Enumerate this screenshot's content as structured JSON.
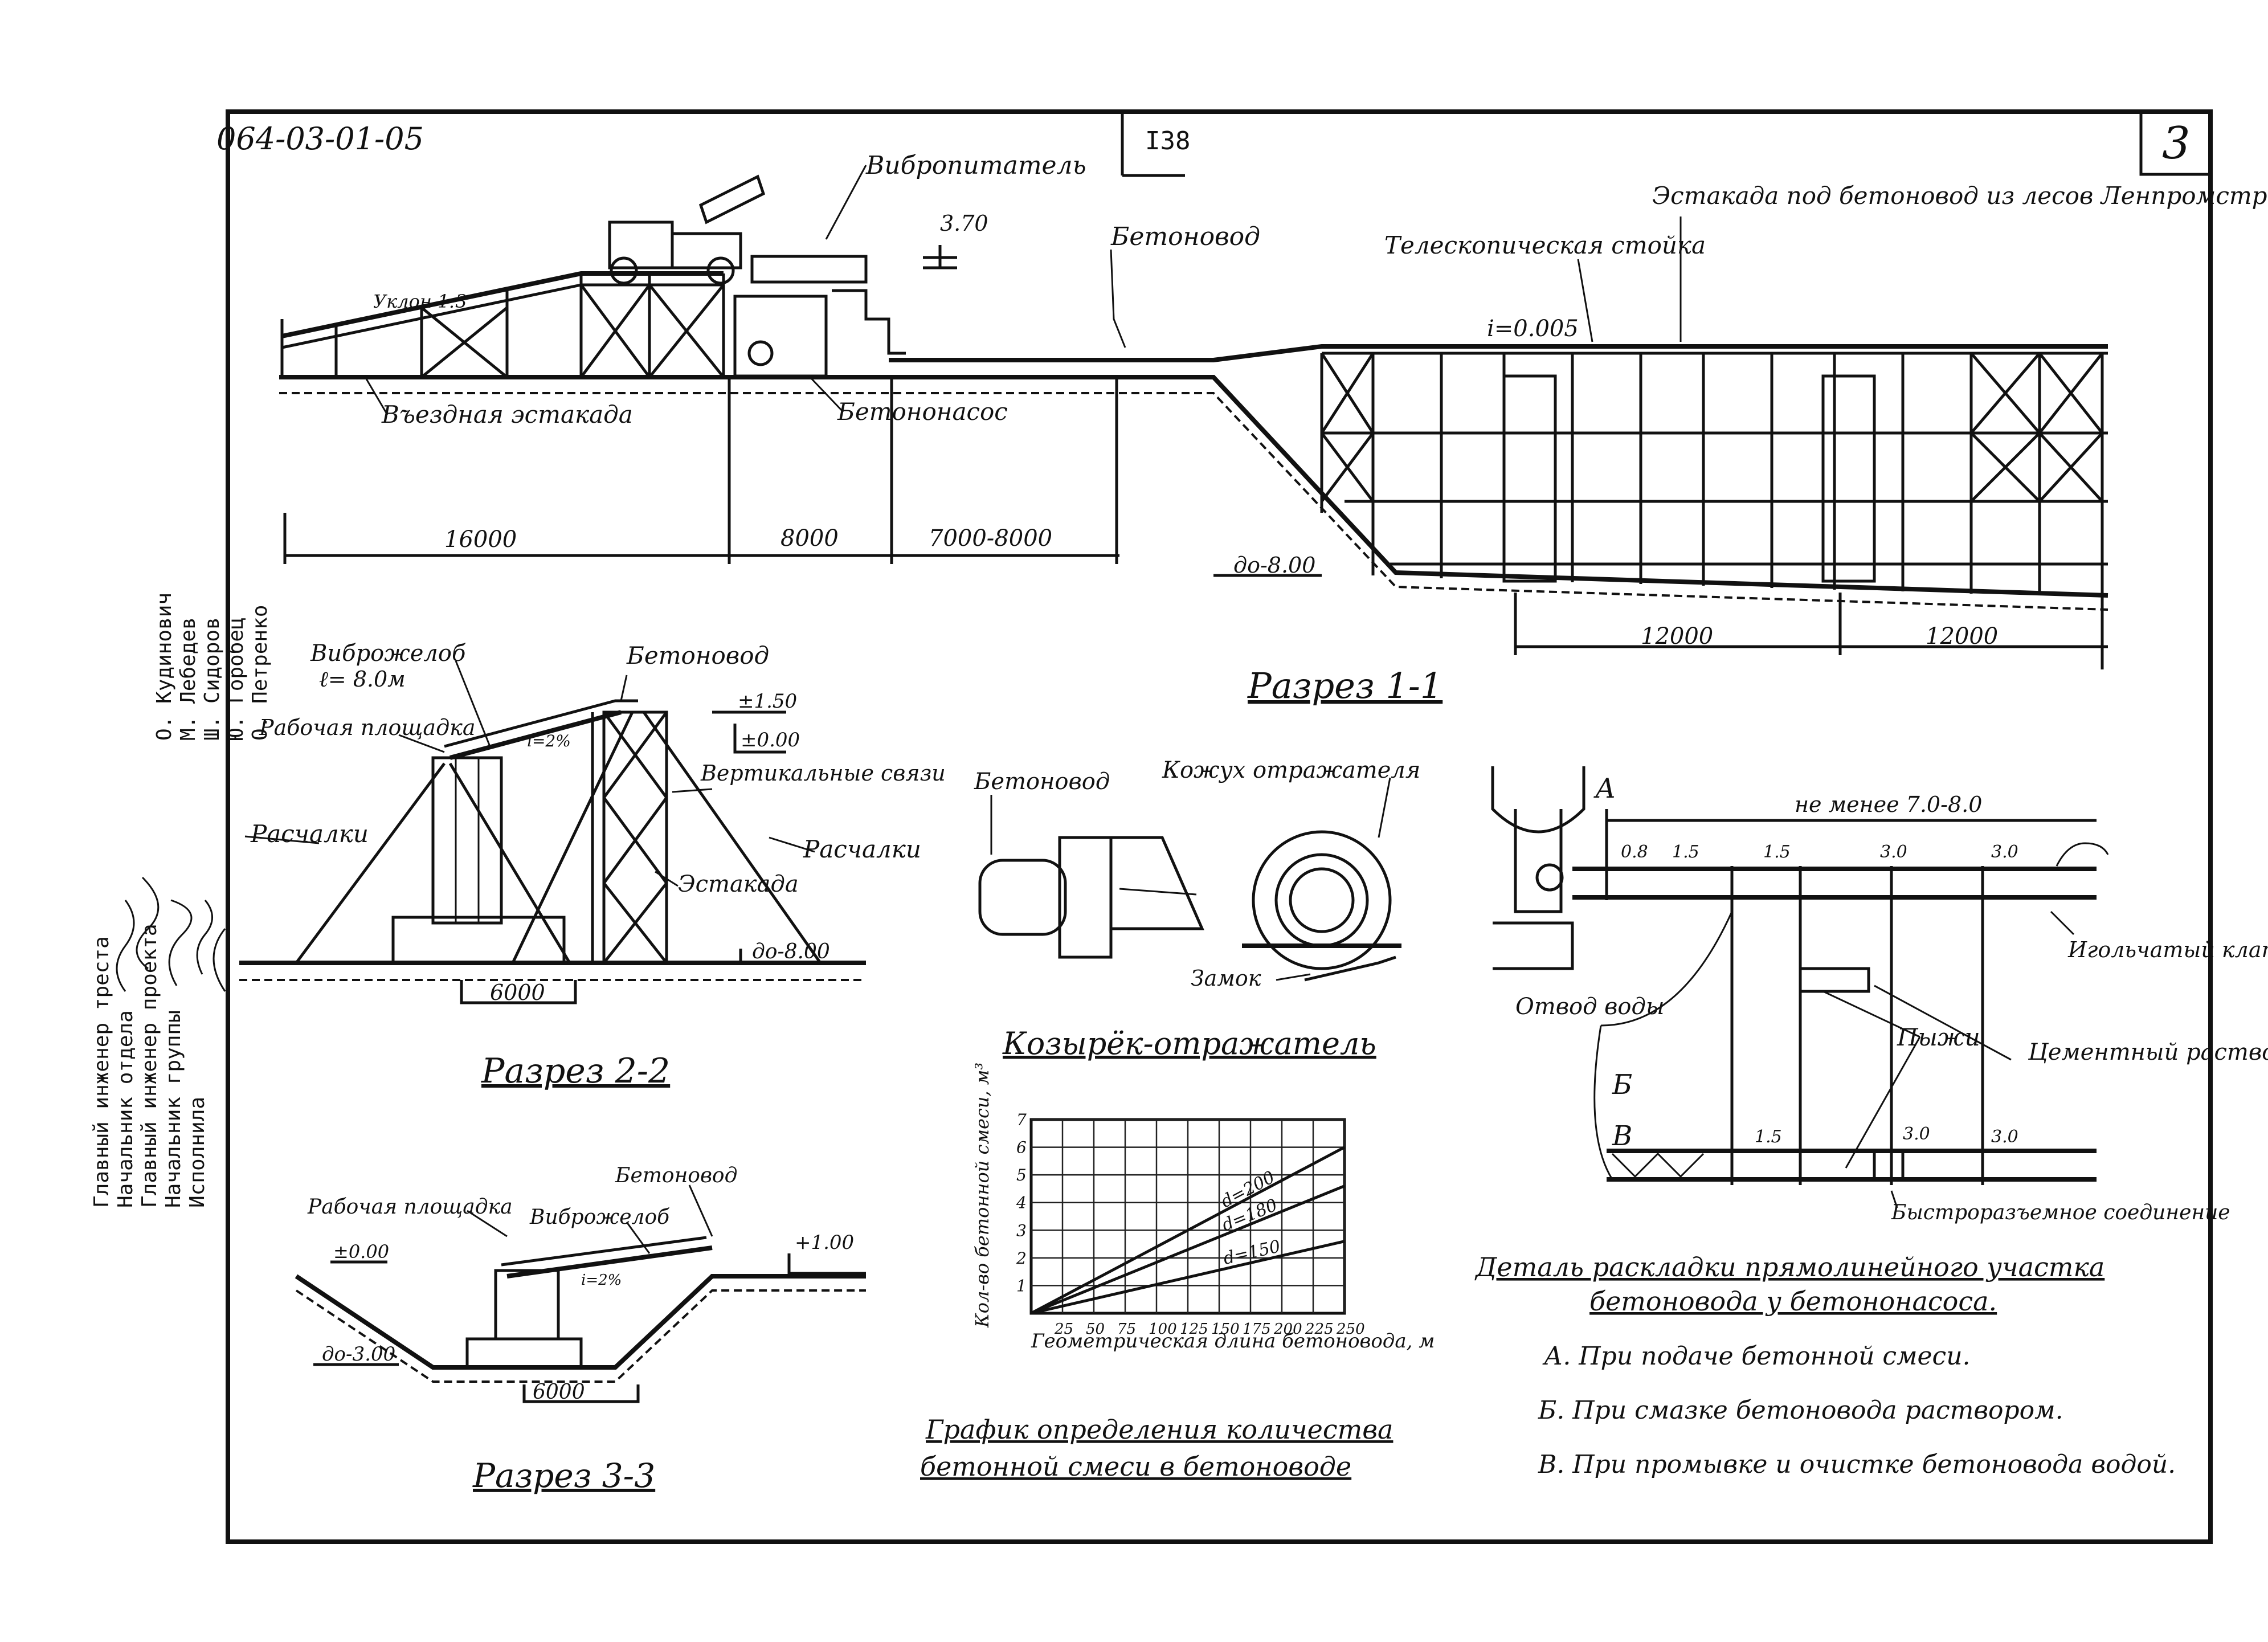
{
  "sheet": {
    "code": "064-03-01-05",
    "page": "I38",
    "sheet_no": "3"
  },
  "stamp": {
    "roles": [
      "Главный инженер треста",
      "Начальник отдела",
      "Главный инженер проекта",
      "Начальник группы",
      "Исполнила"
    ],
    "names": [
      "О. Кудинович",
      "М. Лебедев",
      "Ш. Сидоров",
      "Ю. Горобец",
      "О. Петренко"
    ]
  },
  "section_1_1": {
    "title": "Разрез 1-1",
    "labels": {
      "vibrofeeder": "Вибропитатель",
      "elev_370": "3.70",
      "concrete_line": "Бетоновод",
      "telescopic": "Телескопическая стойка",
      "overpass": "Эстакада под бетоновод из лесов Ленпромстроя",
      "slope": "Уклон 1:3",
      "incline": "i=0.005",
      "entry_overpass": "Въездная эстакада",
      "pump": "Бетононасос",
      "depth": "до-8.00"
    },
    "dims": [
      "16000",
      "8000",
      "7000-8000",
      "12000",
      "12000"
    ]
  },
  "section_2_2": {
    "title": "Разрез 2-2",
    "labels": {
      "vibrochute": "Виброжелоб",
      "chute_len": "ℓ= 8.0м",
      "concrete_line": "Бетоновод",
      "platform": "Рабочая площадка",
      "elev_150": "±1.50",
      "elev_000": "±0.00",
      "vertical_ties": "Вертикальные связи",
      "guys_left": "Расчалки",
      "guys_right": "Расчалки",
      "overpass": "Эстакада",
      "slope": "i=2%",
      "depth": "до-8.00",
      "dim": "6000"
    }
  },
  "section_3_3": {
    "title": "Разрез 3-3",
    "labels": {
      "platform": "Рабочая площадка",
      "vibrochute": "Виброжелоб",
      "concrete_line": "Бетоновод",
      "elev_100": "+1.00",
      "elev_000": "±0.00",
      "slope": "i=2%",
      "depth": "до-3.00",
      "dim": "6000"
    }
  },
  "deflector": {
    "title": "Козырёк-отражатель",
    "labels": {
      "concrete_line": "Бетоновод",
      "casing": "Кожух отражателя",
      "lock": "Замок"
    }
  },
  "detail": {
    "title_line1": "Деталь раскладки прямолинейного участка",
    "title_line2": "бетоновода у бетононасоса.",
    "labels": {
      "a": "А",
      "b": "Б",
      "v": "В",
      "min_len": "не менее 7.0-8.0",
      "water_drain": "Отвод воды",
      "plugs": "Пыжи",
      "cement": "Цементный раствор",
      "needle_valve": "Игольчатый клапан",
      "quick_joint": "Быстроразъемное соединение",
      "seg_0": "0.8",
      "seg_1": "1.5",
      "seg_2": "1.5",
      "seg_3": "3.0",
      "seg_4": "3.0",
      "seg_b1": "1.5",
      "seg_b2": "3.0",
      "seg_b3": "3.0"
    },
    "notes": [
      "А. При подаче бетонной смеси.",
      "Б. При смазке бетоновода раствором.",
      "В. При промывке и очистке бетоновода водой."
    ]
  },
  "chart_title": {
    "line1": "График определения количества",
    "line2": "бетонной смеси в бетоноводе"
  },
  "chart_data": {
    "type": "line",
    "xlabel": "Геометрическая длина бетоновода, м",
    "ylabel": "Кол-во бетонной смеси, м³",
    "x_ticks": [
      25,
      50,
      75,
      100,
      125,
      150,
      175,
      200,
      225,
      250
    ],
    "y_ticks": [
      1,
      2,
      3,
      4,
      5,
      6,
      7
    ],
    "xlim": [
      0,
      250
    ],
    "ylim": [
      0,
      7
    ],
    "grid": true,
    "series": [
      {
        "name": "d=200",
        "x": [
          0,
          250
        ],
        "y": [
          0,
          6.0
        ]
      },
      {
        "name": "d=180",
        "x": [
          0,
          250
        ],
        "y": [
          0,
          4.6
        ]
      },
      {
        "name": "d=150",
        "x": [
          0,
          250
        ],
        "y": [
          0,
          2.6
        ]
      }
    ]
  }
}
